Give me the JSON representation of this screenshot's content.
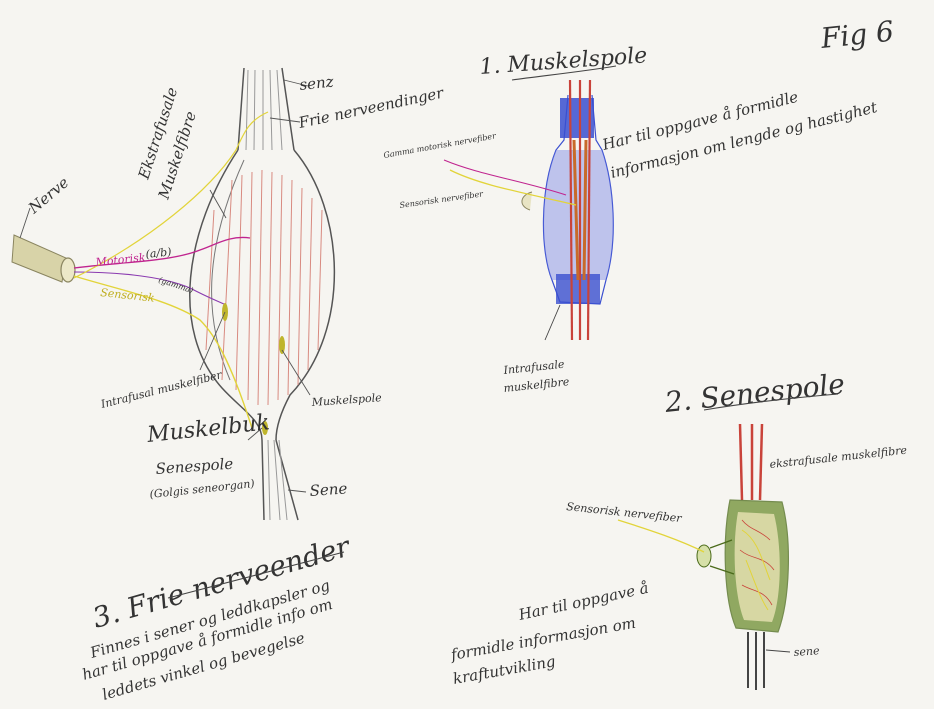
{
  "figure_label": "Fig 6",
  "main": {
    "nerve": "Nerve",
    "tendon_top": "senz",
    "free_nerve_endings": "Frie nerveendinger",
    "extrafusal": [
      "Ekstrafusale",
      "Muskelfibre"
    ],
    "motor": "Motorisk",
    "motor_note": "(a/b)",
    "gamma": "(gamma)",
    "sensory": "Sensorisk",
    "intrafusal": "Intrafusal muskelfiber",
    "muscle_spindle": "Muskelspole",
    "muscle_belly": "Muskelbuk",
    "tendon_organ": [
      "Senespole",
      "(Golgis seneorgan)"
    ],
    "tendon_bottom": "Sene"
  },
  "section1": {
    "title": "1. Muskelspole",
    "gamma_fiber": "Gamma motorisk nervefiber",
    "sensory_fiber": "Sensorisk nervefiber",
    "task": [
      "Har til oppgave å formidle",
      "informasjon om lengde og hastighet"
    ],
    "intrafusal": [
      "Intrafusale",
      "muskelfibre"
    ]
  },
  "section2": {
    "title": "2. Senespole",
    "extrafusal": "ekstrafusale muskelfibre",
    "sensory_fiber": "Sensorisk nervefiber",
    "task": [
      "Har til oppgave å",
      "formidle informasjon om",
      "kraftutvikling"
    ],
    "tendon": "sene"
  },
  "section3": {
    "title": "3. Frie nerveender",
    "text": [
      "Finnes i sener og leddkapsler og",
      "har til oppgave å formidle info om",
      "leddets vinkel og bevegelse"
    ]
  },
  "colors": {
    "pencil": "#555555",
    "muscle_red": "#c9433a",
    "spindle_blue": "#3a4fd0",
    "sensory_yellow": "#e2d43a",
    "motor_magenta": "#c0248f",
    "tendon_green": "#5f7f2a",
    "nerve_khaki": "#c8c08a"
  }
}
